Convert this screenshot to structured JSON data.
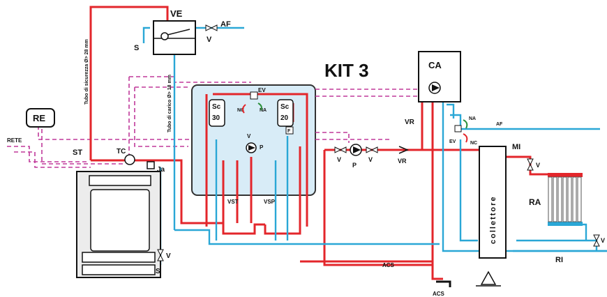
{
  "title": "KIT 3",
  "labels": {
    "ve": "VE",
    "af_top": "AF",
    "s_top": "S",
    "v_top": "V",
    "tubo_sicurezza": "Tubo di sicurezza Ø> 28 mm",
    "tubo_carico": "Tubo di carico Ø> 18 mm",
    "re": "RE",
    "rete": "RETE",
    "st": "ST",
    "tc": "TC",
    "ja": "Ja",
    "v_bottom": "V",
    "s_bottom": "S",
    "ev_kit": "EV",
    "nc_kit": "NC",
    "na_kit": "NA",
    "sc30_a": "Sc",
    "sc30_b": "30",
    "sc20_a": "Sc",
    "sc20_b": "20",
    "f": "F",
    "v_kit": "V",
    "p_kit": "P",
    "vst": "VST",
    "vsp": "VSP",
    "ca": "CA",
    "vr_top": "VR",
    "na_right": "NA",
    "af_right": "AF",
    "ev_right": "EV",
    "nc_right": "NC",
    "v_left": "V",
    "p_mid": "P",
    "v_right": "V",
    "vr_mid": "VR",
    "mi": "MI",
    "v_mi": "V",
    "collettore": "collettore",
    "ra": "RA",
    "v_ri": "V",
    "ri": "RI",
    "acs_mid": "ACS",
    "acs_bottom": "ACS"
  },
  "colors": {
    "hot": "#e3262b",
    "cold": "#2aa7d6",
    "signal": "#c0399a",
    "kit_fill": "#d8ecf7",
    "line": "#111111"
  }
}
